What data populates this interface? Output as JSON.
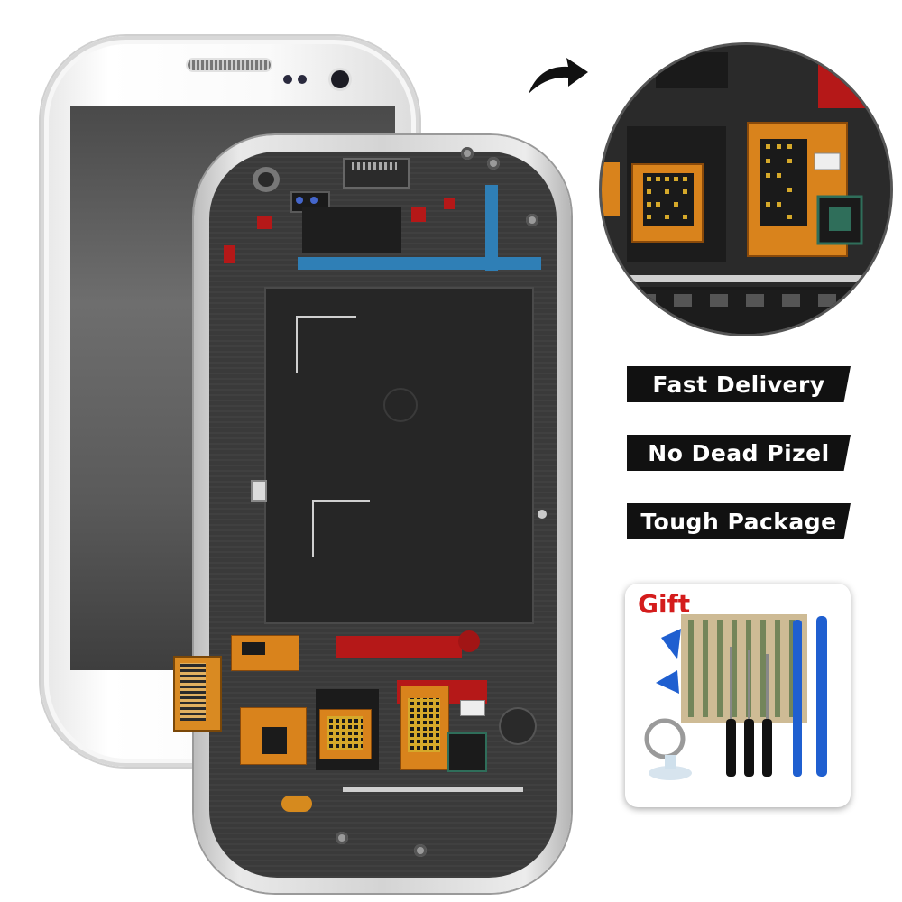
{
  "banners": {
    "fast_delivery": "Fast Delivery",
    "no_dead_pixel": "No Dead Pizel",
    "tough_package": "Tough Package"
  },
  "gift": {
    "title": "Gift"
  },
  "colors": {
    "banner_bg": "#111111",
    "banner_text": "#ffffff",
    "gift_title": "#d41c1c",
    "pcb_orange": "#d9831c",
    "flex_blue": "#2f7fb6",
    "pad_red": "#b51818"
  },
  "icons": [
    "curved-arrow-icon",
    "screwdriver-icon",
    "pry-pick-icon",
    "spudger-icon",
    "suction-cup-icon"
  ]
}
